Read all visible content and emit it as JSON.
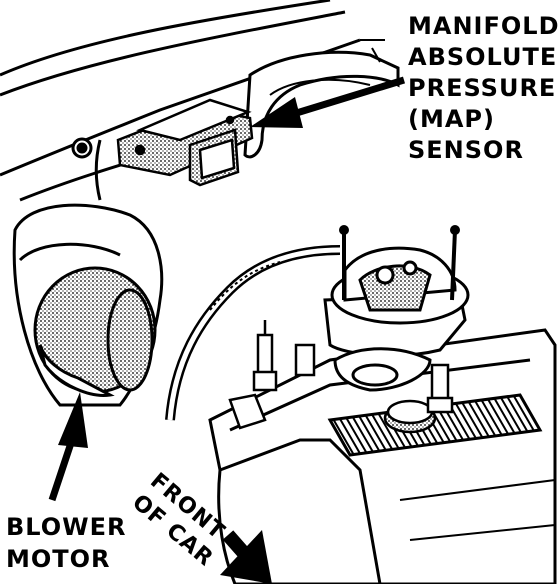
{
  "labels": {
    "map_sensor": [
      "MANIFOLD",
      "ABSOLUTE",
      "PRESSURE",
      "(MAP)",
      "SENSOR"
    ],
    "blower_motor": [
      "BLOWER",
      "MOTOR"
    ],
    "front_of_car": [
      "FRONT",
      "OF CAR"
    ]
  },
  "colors": {
    "ink": "#000000",
    "paper": "#ffffff",
    "shade": "#888888"
  }
}
